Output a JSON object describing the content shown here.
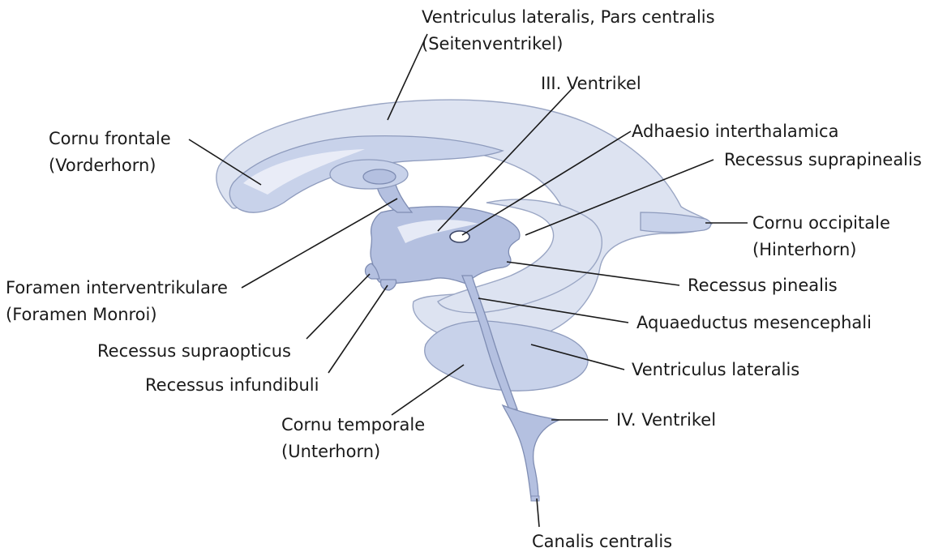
{
  "labels": {
    "pars_centralis_line1": "Ventriculus lateralis, Pars centralis",
    "pars_centralis_line2": "(Seitenventrikel)",
    "third_ventricle": "III. Ventrikel",
    "cornu_frontale_line1": "Cornu frontale",
    "cornu_frontale_line2": "(Vorderhorn)",
    "adhaesio": "Adhaesio interthalamica",
    "recessus_suprapinealis": "Recessus suprapinealis",
    "cornu_occipitale_line1": "Cornu occipitale",
    "cornu_occipitale_line2": "(Hinterhorn)",
    "foramen_line1": "Foramen interventrikulare",
    "foramen_line2": "(Foramen Monroi)",
    "recessus_pinealis": "Recessus pinealis",
    "aquaeductus": "Aquaeductus mesencephali",
    "recessus_supraopticus": "Recessus supraopticus",
    "ventriculus_lateralis": "Ventriculus lateralis",
    "recessus_infundibuli": "Recessus infundibuli",
    "cornu_temporale_line1": "Cornu temporale",
    "cornu_temporale_line2": "(Unterhorn)",
    "fourth_ventricle": "IV. Ventrikel",
    "canalis_centralis": "Canalis centralis"
  },
  "colors": {
    "ventricle_pale": "#dde3f1",
    "ventricle_mid": "#c8d2ea",
    "ventricle_dark": "#b4c0e0",
    "outline": "#8e9bbd",
    "leader_line": "#1a1a1a"
  }
}
